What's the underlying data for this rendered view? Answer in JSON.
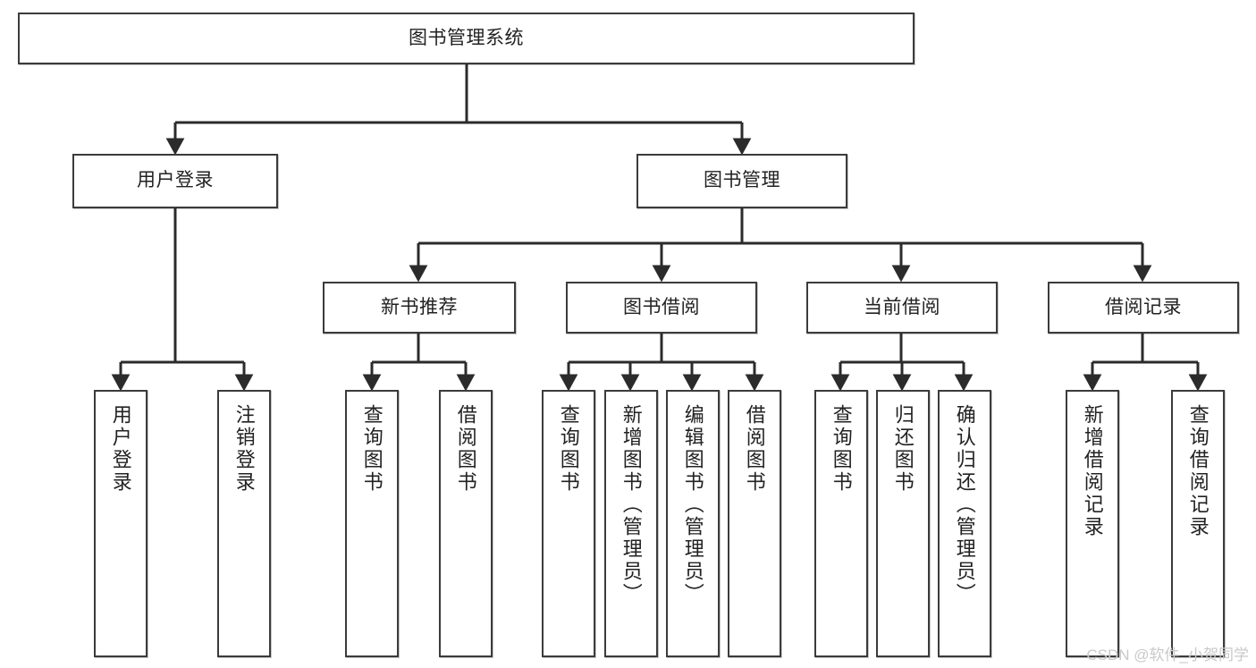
{
  "diagram": {
    "type": "tree-hierarchy",
    "title": "图书管理系统",
    "orientation": "top-down",
    "colors": {
      "box_border": "#3b3b3b",
      "box_fill": "#ffffff",
      "connector": "#2b2b2b",
      "text": "#222222",
      "watermark": "#c9c9c9"
    },
    "nodes": {
      "root": {
        "label": "图书管理系统",
        "level": 0
      },
      "level1": [
        {
          "id": "user-login",
          "label": "用户登录"
        },
        {
          "id": "book-manage",
          "label": "图书管理"
        }
      ],
      "level2": [
        {
          "id": "new-book-rec",
          "label": "新书推荐",
          "parent": "book-manage"
        },
        {
          "id": "book-borrow",
          "label": "图书借阅",
          "parent": "book-manage"
        },
        {
          "id": "current-borrow",
          "label": "当前借阅",
          "parent": "book-manage"
        },
        {
          "id": "borrow-record",
          "label": "借阅记录",
          "parent": "book-manage"
        }
      ],
      "leaves": {
        "user-login": [
          {
            "id": "leaf-user-login",
            "label": "用户登录"
          },
          {
            "id": "leaf-logout",
            "label": "注销登录"
          }
        ],
        "new-book-rec": [
          {
            "id": "leaf-query-book-1",
            "label": "查询图书"
          },
          {
            "id": "leaf-borrow-book-1",
            "label": "借阅图书"
          }
        ],
        "book-borrow": [
          {
            "id": "leaf-query-book-2",
            "label": "查询图书"
          },
          {
            "id": "leaf-add-book",
            "label": "新增图书（管理员）"
          },
          {
            "id": "leaf-edit-book",
            "label": "编辑图书（管理员）"
          },
          {
            "id": "leaf-borrow-book-2",
            "label": "借阅图书"
          }
        ],
        "current-borrow": [
          {
            "id": "leaf-query-book-3",
            "label": "查询图书"
          },
          {
            "id": "leaf-return-book",
            "label": "归还图书"
          },
          {
            "id": "leaf-confirm-return",
            "label": "确认归还（管理员）"
          }
        ],
        "borrow-record": [
          {
            "id": "leaf-add-record",
            "label": "新增借阅记录"
          },
          {
            "id": "leaf-query-record",
            "label": "查询借阅记录"
          }
        ]
      }
    },
    "watermark": "CSDN @软件_小贺同学"
  }
}
